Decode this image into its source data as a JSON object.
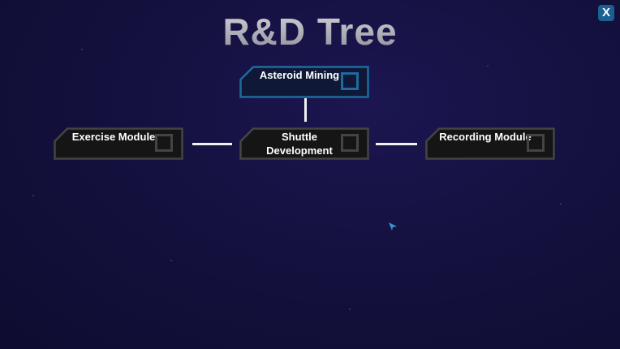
{
  "title": "R&D Tree",
  "close_button": {
    "label": "X",
    "icon": "close-icon",
    "color": "#1c5f92"
  },
  "nodes": [
    {
      "id": "asteroid-mining",
      "label": "Asteroid Mining",
      "selected": true,
      "checked": false
    },
    {
      "id": "exercise-module",
      "label": "Exercise Module",
      "selected": false,
      "checked": false
    },
    {
      "id": "shuttle-development",
      "label": "Shuttle Development",
      "selected": false,
      "checked": false
    },
    {
      "id": "recording-module",
      "label": "Recording Module",
      "selected": false,
      "checked": false
    }
  ],
  "colors": {
    "selected_border": "#1f6a9e",
    "default_border": "#444444",
    "node_fill": "#151515"
  }
}
